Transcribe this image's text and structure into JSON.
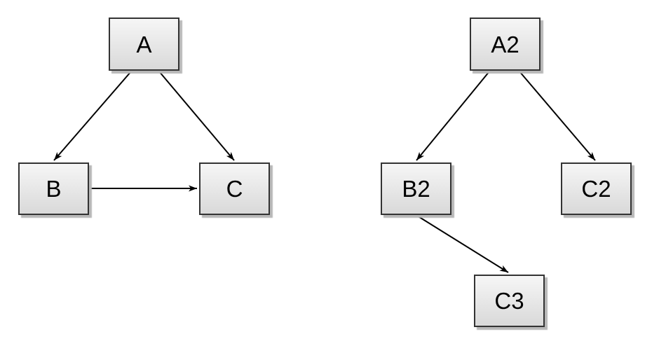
{
  "diagram": {
    "colors": {
      "background": "#ffffff",
      "node_fill_top": "#f6f6f6",
      "node_fill_bottom": "#d9d9d9",
      "node_border": "#333333",
      "node_shadow": "#b8b8b8",
      "edge_color": "#000000",
      "label_color": "#000000"
    },
    "graphs": [
      {
        "name": "left-graph",
        "nodes": [
          {
            "id": "A",
            "label": "A"
          },
          {
            "id": "B",
            "label": "B"
          },
          {
            "id": "C",
            "label": "C"
          }
        ],
        "edges": [
          {
            "from": "A",
            "to": "B"
          },
          {
            "from": "A",
            "to": "C"
          },
          {
            "from": "B",
            "to": "C"
          }
        ]
      },
      {
        "name": "right-graph",
        "nodes": [
          {
            "id": "A2",
            "label": "A2"
          },
          {
            "id": "B2",
            "label": "B2"
          },
          {
            "id": "C2",
            "label": "C2"
          },
          {
            "id": "C3",
            "label": "C3"
          }
        ],
        "edges": [
          {
            "from": "A2",
            "to": "B2"
          },
          {
            "from": "A2",
            "to": "C2"
          },
          {
            "from": "B2",
            "to": "C3"
          }
        ]
      }
    ]
  }
}
